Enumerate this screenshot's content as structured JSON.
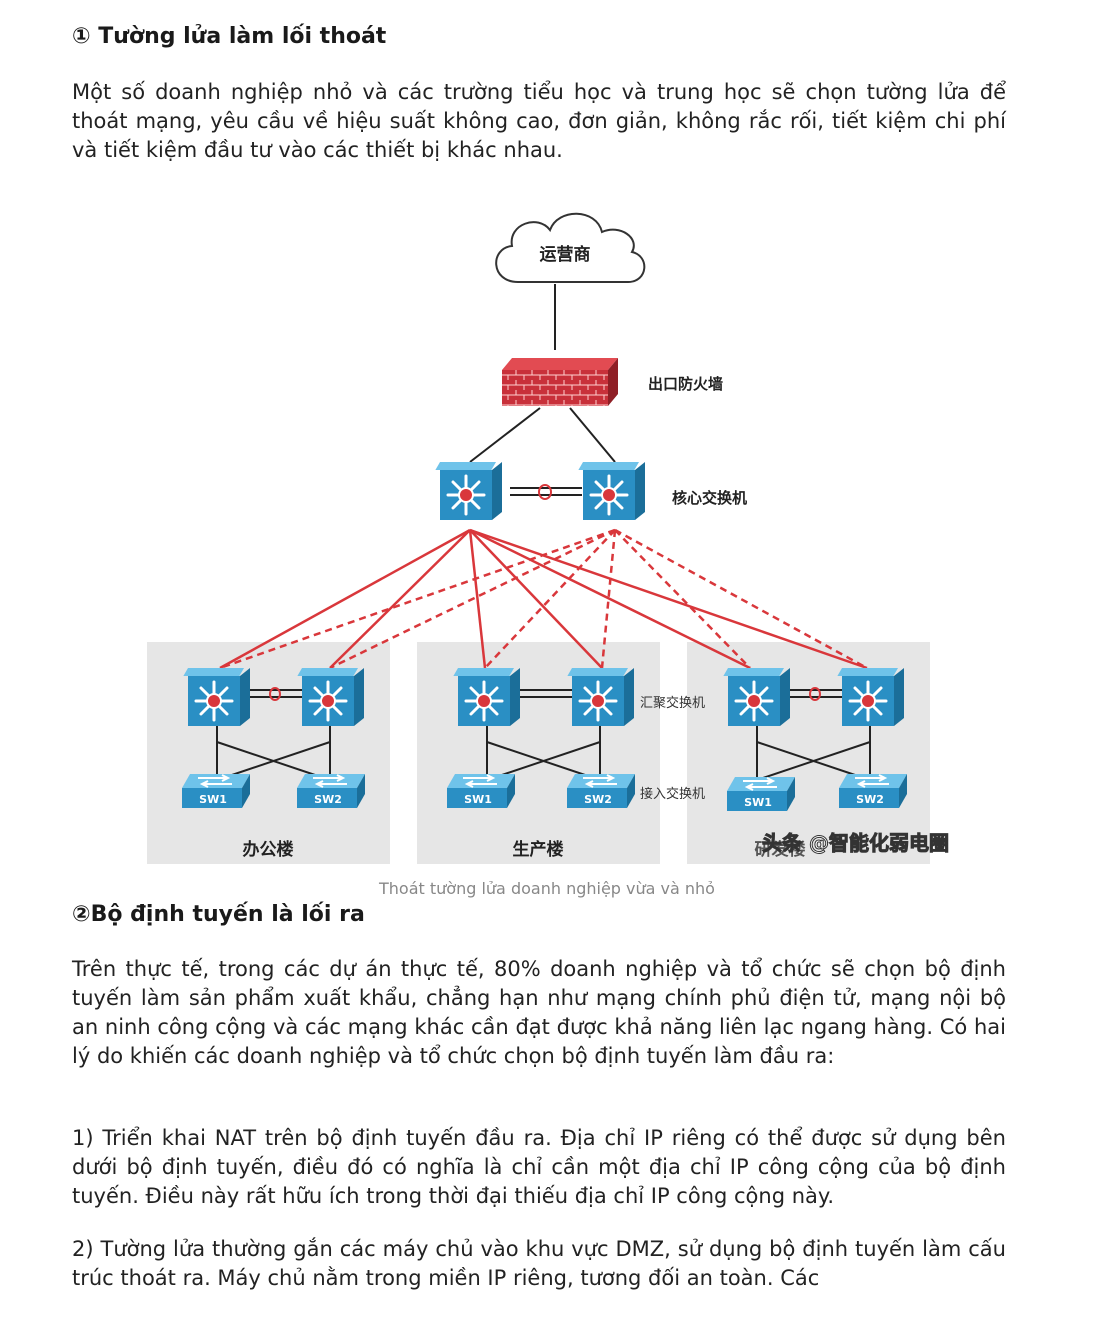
{
  "section1": {
    "heading": "① Tường lửa làm lối thoát",
    "paragraph": "Một số doanh nghiệp nhỏ và các trường tiểu học và trung học sẽ chọn tường lửa để thoát mạng, yêu cầu về hiệu suất không cao, đơn giản, không rắc rối, tiết kiệm chi phí và tiết kiệm đầu tư vào các thiết bị khác nhau."
  },
  "diagram": {
    "isp_label": "运营商",
    "firewall_label": "出口防火墙",
    "core_label": "核心交换机",
    "aggregation_label": "汇聚交换机",
    "access_label": "接入交换机",
    "switch_names": [
      "SW1",
      "SW2"
    ],
    "buildings": [
      "办公楼",
      "生产楼",
      "研发楼"
    ],
    "watermark": "头条 @智能化弱电圈",
    "colors": {
      "link_red": "#d9373b",
      "switch_blue": "#2a8fc4",
      "firewall_red": "#c8303a",
      "panel_gray": "#e6e6e6"
    },
    "caption": "Thoát tường lửa doanh nghiệp vừa và nhỏ"
  },
  "section2": {
    "heading": "②Bộ định tuyến là lối ra",
    "paragraph": "Trên thực tế, trong các dự án thực tế, 80% doanh nghiệp và tổ chức sẽ chọn bộ định tuyến làm sản phẩm xuất khẩu, chẳng hạn như mạng chính phủ điện tử, mạng nội bộ an ninh công cộng và các mạng khác cần đạt được khả năng liên lạc ngang hàng. Có hai lý do khiến các doanh nghiệp và tổ chức chọn bộ định tuyến làm đầu ra:",
    "point1": "1) Triển khai NAT trên bộ định tuyến đầu ra. Địa chỉ IP riêng có thể được sử dụng bên dưới bộ định tuyến, điều đó có nghĩa là chỉ cần một địa chỉ IP công cộng của bộ định tuyến. Điều này rất hữu ích trong thời đại thiếu địa chỉ IP công cộng này.",
    "point2": "2) Tường lửa thường gắn các máy chủ vào khu vực DMZ, sử dụng bộ định tuyến làm cấu trúc thoát ra. Máy chủ nằm trong miền IP riêng, tương đối an toàn. Các"
  }
}
